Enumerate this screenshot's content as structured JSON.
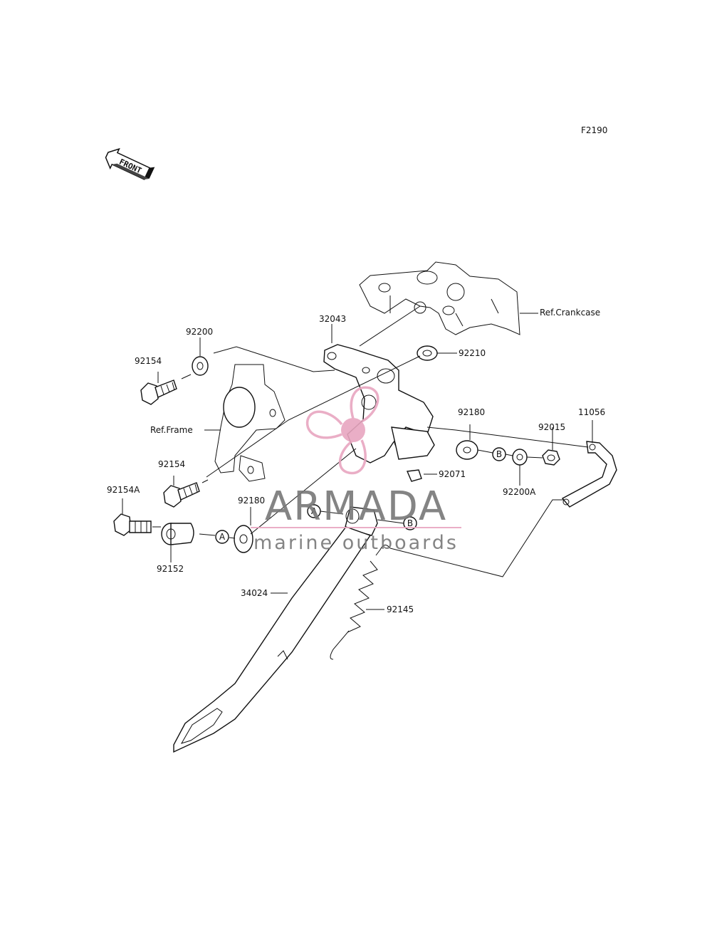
{
  "figure_code": "F2190",
  "front_label": "FRONT",
  "callouts": {
    "p32043": "32043",
    "crankcase": "Ref.Crankcase",
    "p92200": "92200",
    "p92154_top": "92154",
    "p92210": "92210",
    "frame": "Ref.Frame",
    "p92180_right": "92180",
    "p92015": "92015",
    "p11056": "11056",
    "p92071": "92071",
    "p92200A": "92200A",
    "p92154_mid": "92154",
    "p92154A": "92154A",
    "p92180_left": "92180",
    "p92152": "92152",
    "p34024": "34024",
    "p92145": "92145"
  },
  "markers": {
    "a": "A",
    "b": "B"
  },
  "watermark": {
    "brand": "ARMADA",
    "tagline": "marine outboards",
    "accent_color": "#e8a6c0"
  }
}
